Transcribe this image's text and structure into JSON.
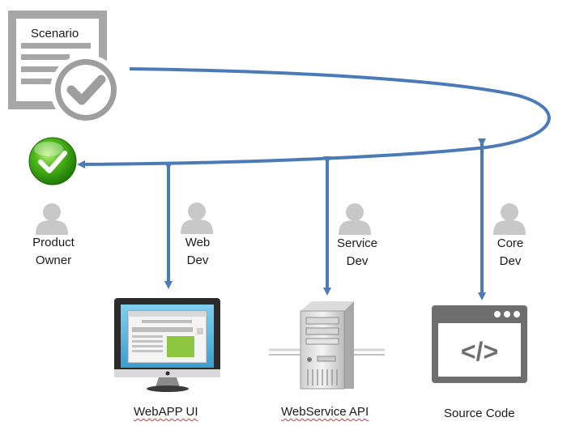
{
  "scenario": {
    "label": "Scenario"
  },
  "roles": [
    {
      "line1": "Product",
      "line2": "Owner"
    },
    {
      "line1": "Web",
      "line2": "Dev"
    },
    {
      "line1": "Service",
      "line2": "Dev"
    },
    {
      "line1": "Core",
      "line2": "Dev"
    }
  ],
  "components": [
    {
      "label": "WebAPP UI"
    },
    {
      "label": "WebService API"
    },
    {
      "label": "Source Code"
    }
  ],
  "code_icon": {
    "glyph": "</>"
  },
  "colors": {
    "arrow": "#4a7ab8",
    "icon_gray": "#9e9e9e",
    "check_green": "#3aa312"
  }
}
